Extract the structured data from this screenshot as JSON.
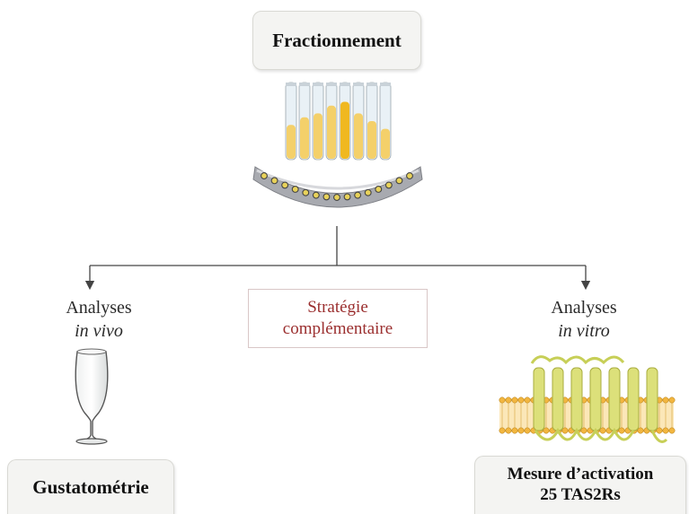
{
  "top_box": {
    "label": "Fractionnement"
  },
  "strategy_box": {
    "line1": "Stratégie",
    "line2": "complémentaire"
  },
  "left_branch": {
    "line1": "Analyses",
    "line2": "in vivo",
    "result": "Gustatométrie"
  },
  "right_branch": {
    "line1": "Analyses",
    "line2": "in vitro",
    "result_line1": "Mesure d’activation",
    "result_line2": "25 TAS2Rs"
  },
  "colors": {
    "strategy_text": "#9b2f2f",
    "tube_liquid": "#f4d06a",
    "rack": "#a8aab0",
    "membrane": "#f2b640",
    "protein": "#dce07a"
  }
}
